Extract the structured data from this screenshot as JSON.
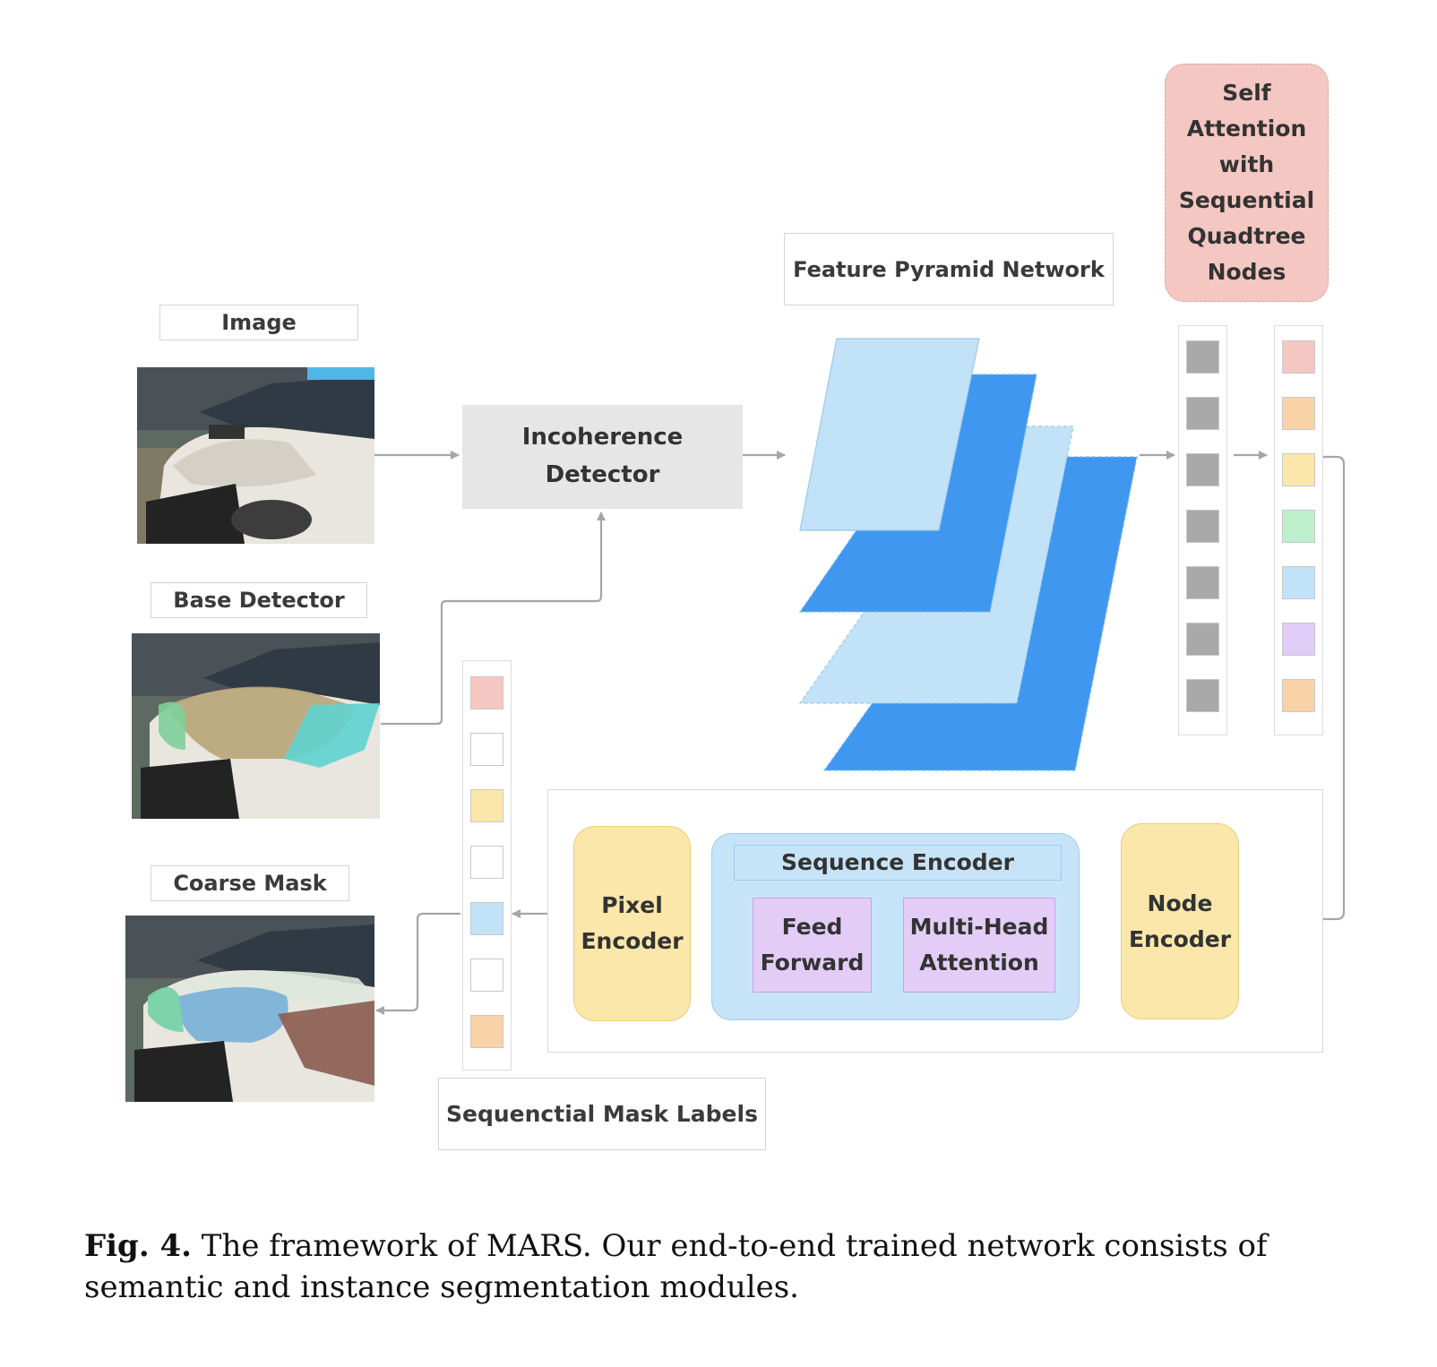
{
  "labels": {
    "image": "Image",
    "base_detector": "Base Detector",
    "coarse_mask": "Coarse Mask",
    "incoherence_detector": "Incoherence Detector",
    "feature_pyramid_network": "Feature Pyramid Network",
    "self_attention": "Self Attention with Sequential Quadtree Nodes",
    "sequential_mask_labels": "Sequenctial Mask Labels",
    "sequence_encoder": "Sequence Encoder",
    "feed_forward": "Feed Forward",
    "multi_head_attention": "Multi-Head Attention",
    "pixel_encoder": "Pixel Encoder",
    "node_encoder": "Node Encoder"
  },
  "colors": {
    "fpn_light": "#c2e2f8",
    "fpn_dark": "#3f97ef",
    "self_attention_bg": "#f5c7c3",
    "incoherence_bg": "#e6e6e6",
    "encoder_yellow": "#fbe7a9",
    "sequence_blue": "#c7e3f8",
    "feed_purple": "#e3cdf7",
    "node_grey": "#a9a9a9",
    "arrow": "#a6a6a6"
  },
  "sequences": {
    "quadtree_nodes_grey": [
      "#a9a9a9",
      "#a9a9a9",
      "#a9a9a9",
      "#a9a9a9",
      "#a9a9a9",
      "#a9a9a9",
      "#a9a9a9"
    ],
    "quadtree_nodes_colored": [
      "#f5c7c3",
      "#f9d3a7",
      "#fbe7a9",
      "#bff0ce",
      "#c2e2f8",
      "#e0cdf8",
      "#f9d3a7"
    ],
    "mask_labels": [
      "#f5c7c3",
      "#ffffff",
      "#fbe7a9",
      "#ffffff",
      "#c2e2f8",
      "#ffffff",
      "#f9d3a7"
    ]
  },
  "caption": {
    "prefix": "Fig. 4.",
    "text": " The framework of MARS. Our end-to-end trained network consists of semantic and instance segmentation modules."
  }
}
